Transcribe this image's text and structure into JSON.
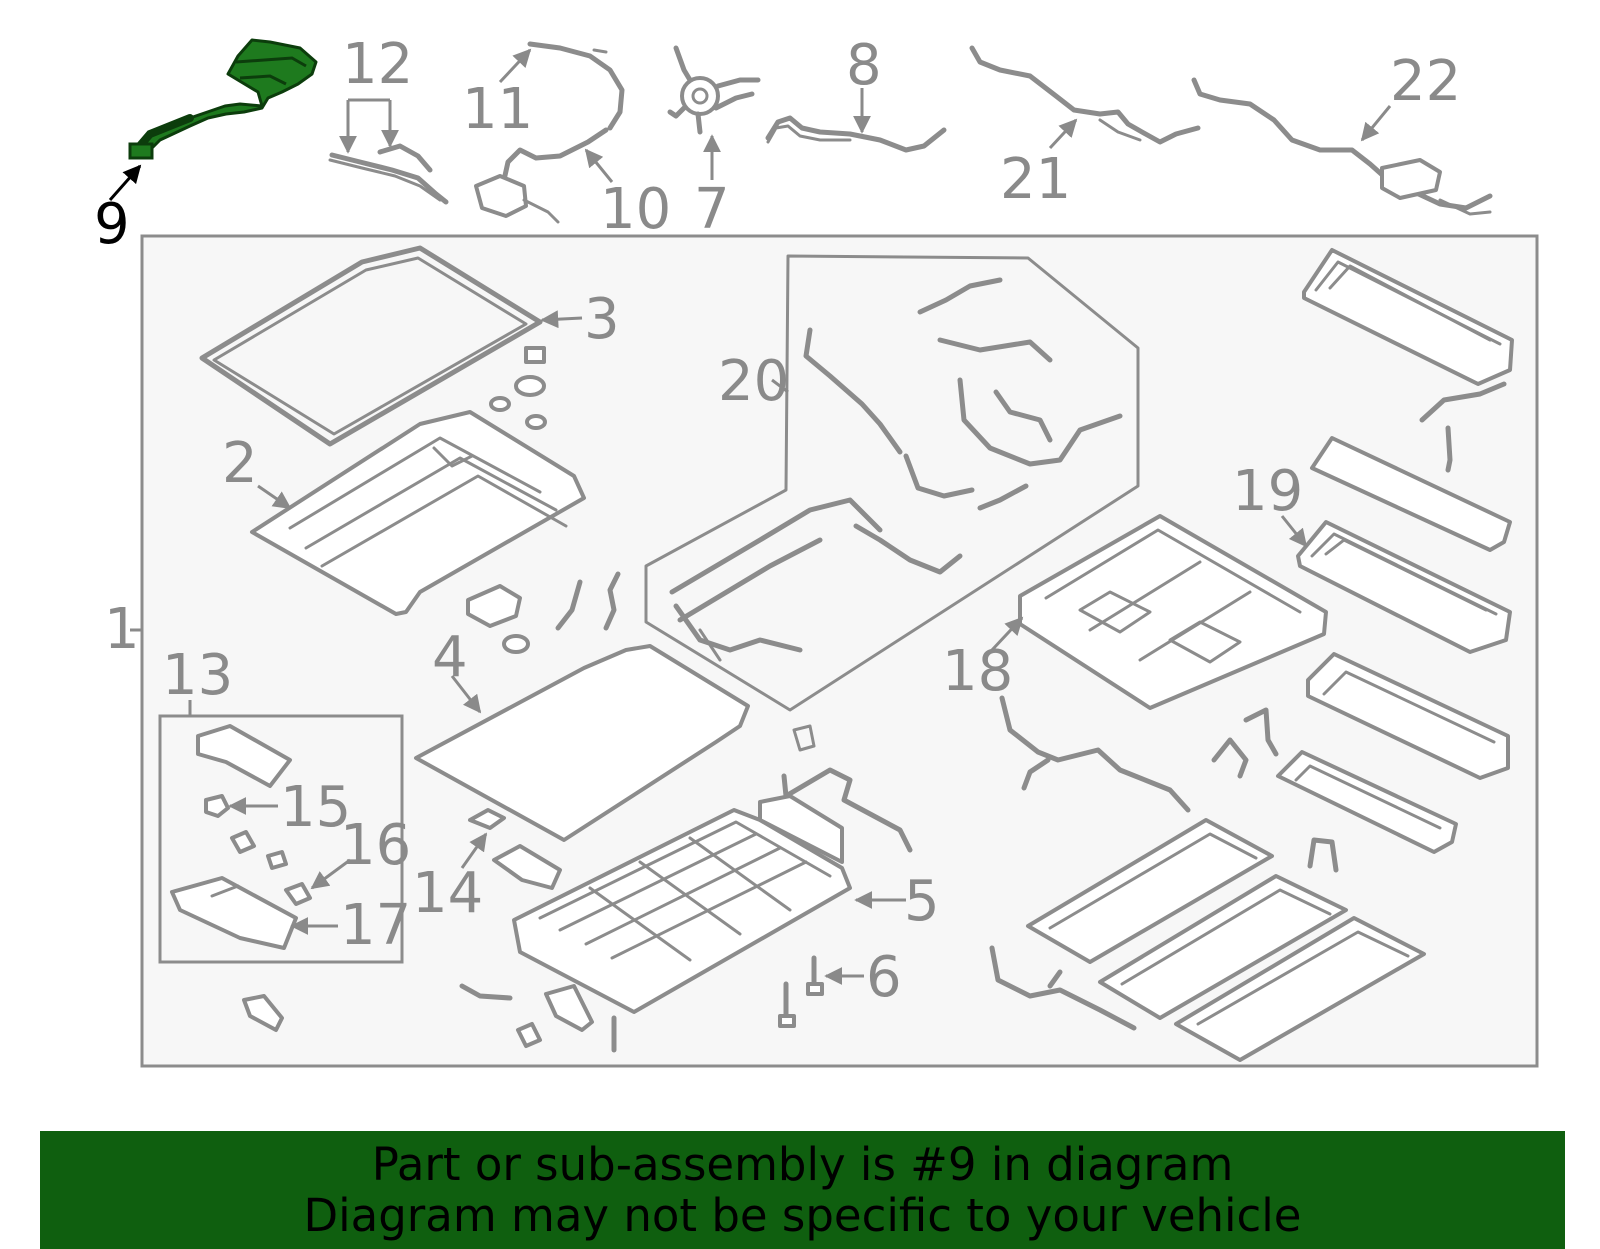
{
  "labels": {
    "l1": "1",
    "l2": "2",
    "l3": "3",
    "l4": "4",
    "l5": "5",
    "l6": "6",
    "l7": "7",
    "l8": "8",
    "l9": "9",
    "l10": "10",
    "l11": "11",
    "l12": "12",
    "l13": "13",
    "l14": "14",
    "l15": "15",
    "l16": "16",
    "l17": "17",
    "l18": "18",
    "l19": "19",
    "l20": "20",
    "l21": "21",
    "l22": "22"
  },
  "highlight": {
    "part": "9",
    "color": "#1e7a1e"
  },
  "banner": {
    "line1": "Part or sub-assembly is #9 in diagram",
    "line2": "Diagram may not be specific to your vehicle",
    "background": "#0f5f0f"
  }
}
